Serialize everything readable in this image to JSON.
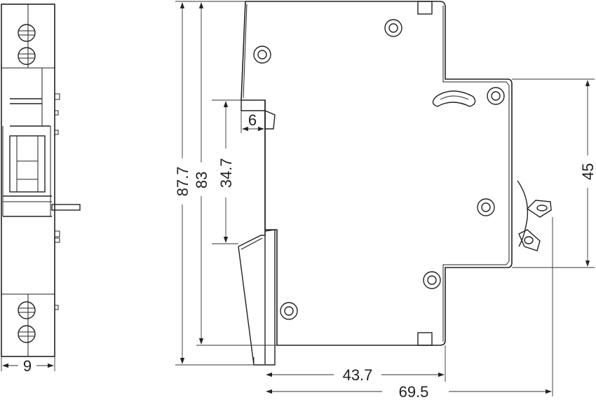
{
  "colors": {
    "line": "#222222",
    "background": "#ffffff"
  },
  "side_view": {
    "width_label": "9"
  },
  "front_view": {
    "dimensions": {
      "total_height": "87.7",
      "body_height": "83",
      "rail_gap": "34.7",
      "clip_depth": "6",
      "terminal_height": "45",
      "body_depth": "43.7",
      "total_depth": "69.5"
    }
  }
}
